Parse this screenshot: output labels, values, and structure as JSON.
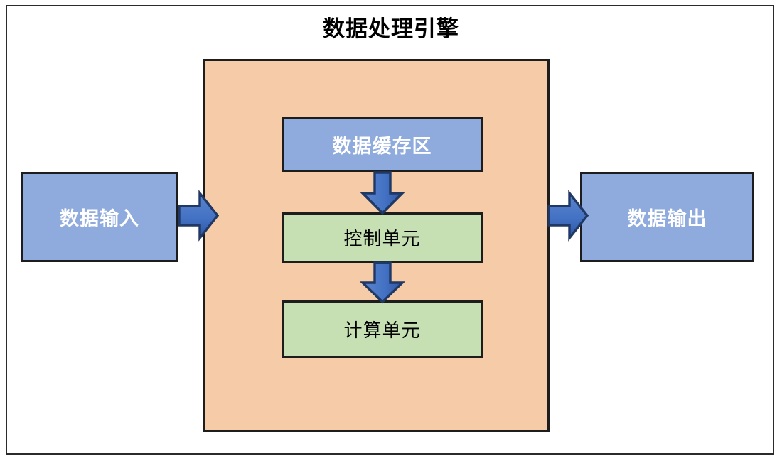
{
  "diagram": {
    "title": "数据处理引擎",
    "colors": {
      "engine_fill": "#F6CBA7",
      "blue_fill": "#8FAADC",
      "green_fill": "#C6E0B4",
      "arrow_fill": "#4472C4",
      "arrow_stroke": "#1F3864",
      "outline": "#1D1D1D",
      "canvas": "#FFFFFF"
    },
    "nodes": {
      "input": {
        "label": "数据输入",
        "shape": "rectangle",
        "style": "blue"
      },
      "output": {
        "label": "数据输出",
        "shape": "rectangle",
        "style": "blue"
      },
      "engine": {
        "label": "数据处理引擎",
        "shape": "rectangle",
        "style": "orange-container"
      },
      "buffer": {
        "label": "数据缓存区",
        "shape": "rectangle",
        "style": "blue"
      },
      "control": {
        "label": "控制单元",
        "shape": "rectangle",
        "style": "green"
      },
      "compute": {
        "label": "计算单元",
        "shape": "rectangle",
        "style": "green"
      }
    },
    "arrows": [
      {
        "name": "input-to-engine",
        "direction": "right"
      },
      {
        "name": "engine-to-output",
        "direction": "right"
      },
      {
        "name": "buffer-to-control",
        "direction": "down"
      },
      {
        "name": "control-to-compute",
        "direction": "down"
      }
    ]
  }
}
